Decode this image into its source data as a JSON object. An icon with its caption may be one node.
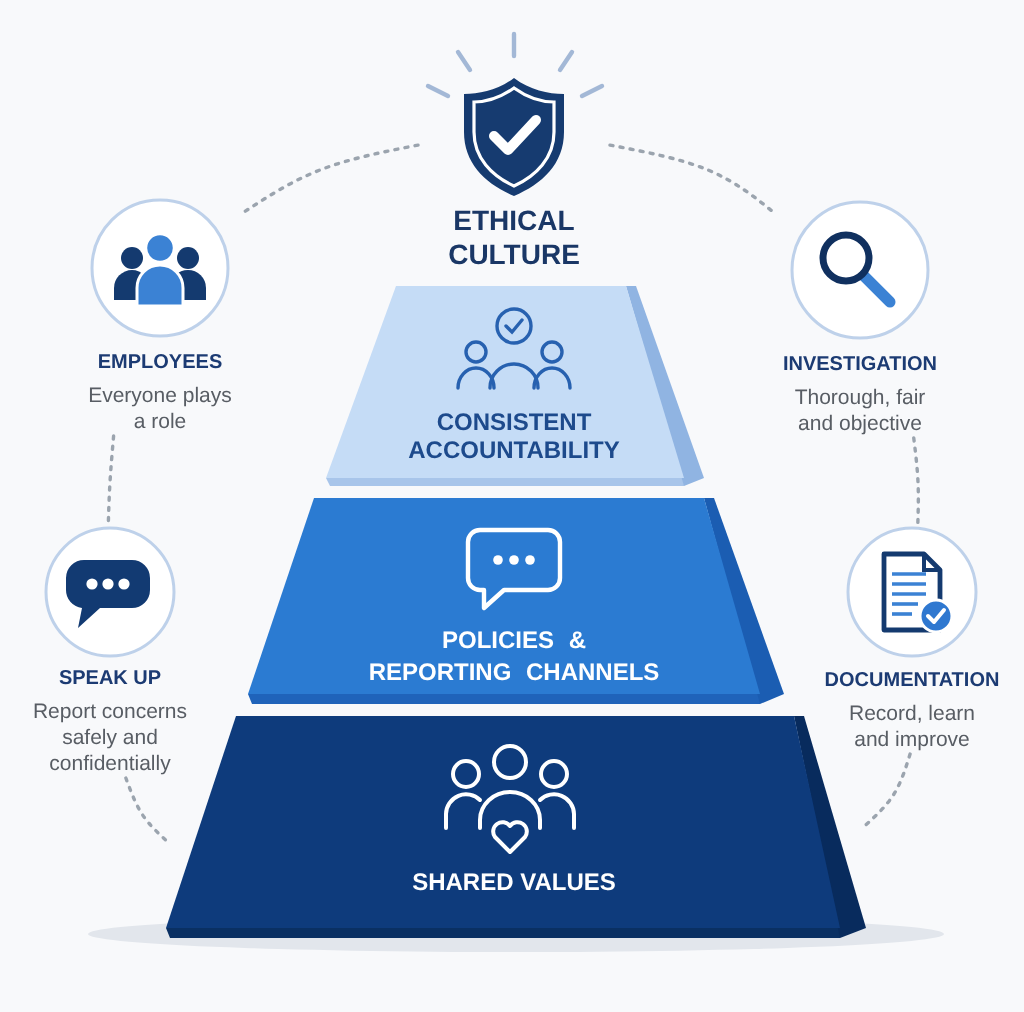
{
  "diagram": {
    "nodes": [
      {
        "text": [
          "ETHICAL CULTURE"
        ]
      },
      {
        "text": [
          "EMPLOYEES",
          "Everyone plays a role"
        ]
      },
      {
        "text": [
          "CONSISTENT ACCOUNTABILITY"
        ]
      },
      {
        "text": [
          "INVESTIGATION",
          "Thorough, fair and objective"
        ]
      },
      {
        "text": [
          "SPEAK UP",
          "Report concerns safely and confidentially"
        ]
      },
      {
        "text": [
          "POLICIES & REPORTING CHANNELS"
        ]
      },
      {
        "text": [
          "DOCUMENTATION",
          "Record, learn and improve"
        ]
      },
      {
        "text": [
          "SHARED VALUES"
        ]
      }
    ],
    "edges": [
      {
        "from": 0,
        "to": 1,
        "arrow": "none",
        "style": "dashed"
      },
      {
        "from": 0,
        "to": 3,
        "arrow": "none",
        "style": "dashed"
      },
      {
        "from": 1,
        "to": 4,
        "arrow": "none",
        "style": "dashed"
      },
      {
        "from": 3,
        "to": 6,
        "arrow": "none",
        "style": "dashed"
      },
      {
        "from": 4,
        "to": 7,
        "arrow": "none",
        "style": "dashed"
      },
      {
        "from": 6,
        "to": 7,
        "arrow": "none",
        "style": "dashed"
      }
    ]
  }
}
